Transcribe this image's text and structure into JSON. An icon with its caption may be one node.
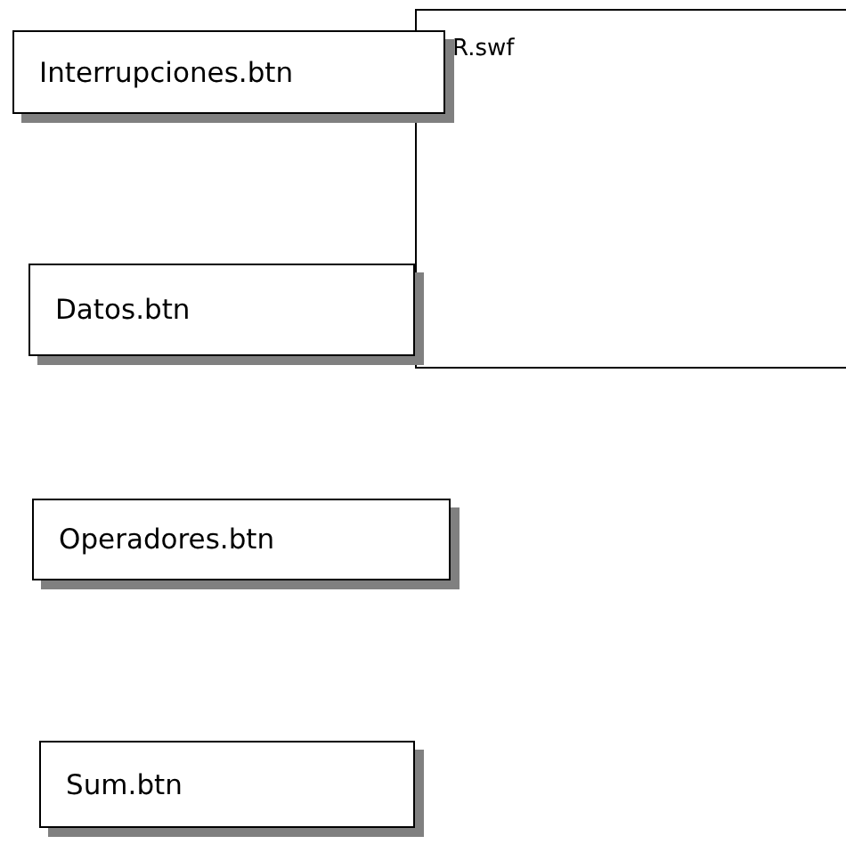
{
  "diagram": {
    "nodes": [
      {
        "text": [
          "Interrupciones.btn"
        ]
      },
      {
        "text": [
          "R.swf"
        ]
      },
      {
        "text": [
          "Datos.btn"
        ]
      },
      {
        "text": [
          "Operadores.btn"
        ]
      },
      {
        "text": [
          "Sum.btn"
        ]
      }
    ]
  }
}
